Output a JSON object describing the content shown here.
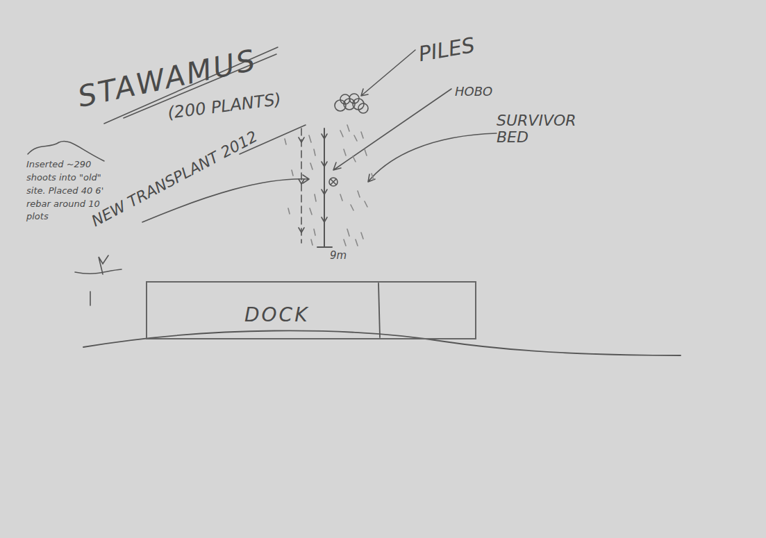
{
  "diagram": {
    "title": "STAWAMUS",
    "nodes": [
      {
        "text": [
          "DOCK"
        ]
      }
    ],
    "labels": [
      "(200 PLANTS)",
      "PILES",
      "HOBO",
      "SURVIVOR BED",
      "NEW TRANSPLANT 2012",
      "9m",
      "Inserted ~290 shoots into \"old\" site. Placed 40 6' rebar around 10 plots"
    ]
  }
}
